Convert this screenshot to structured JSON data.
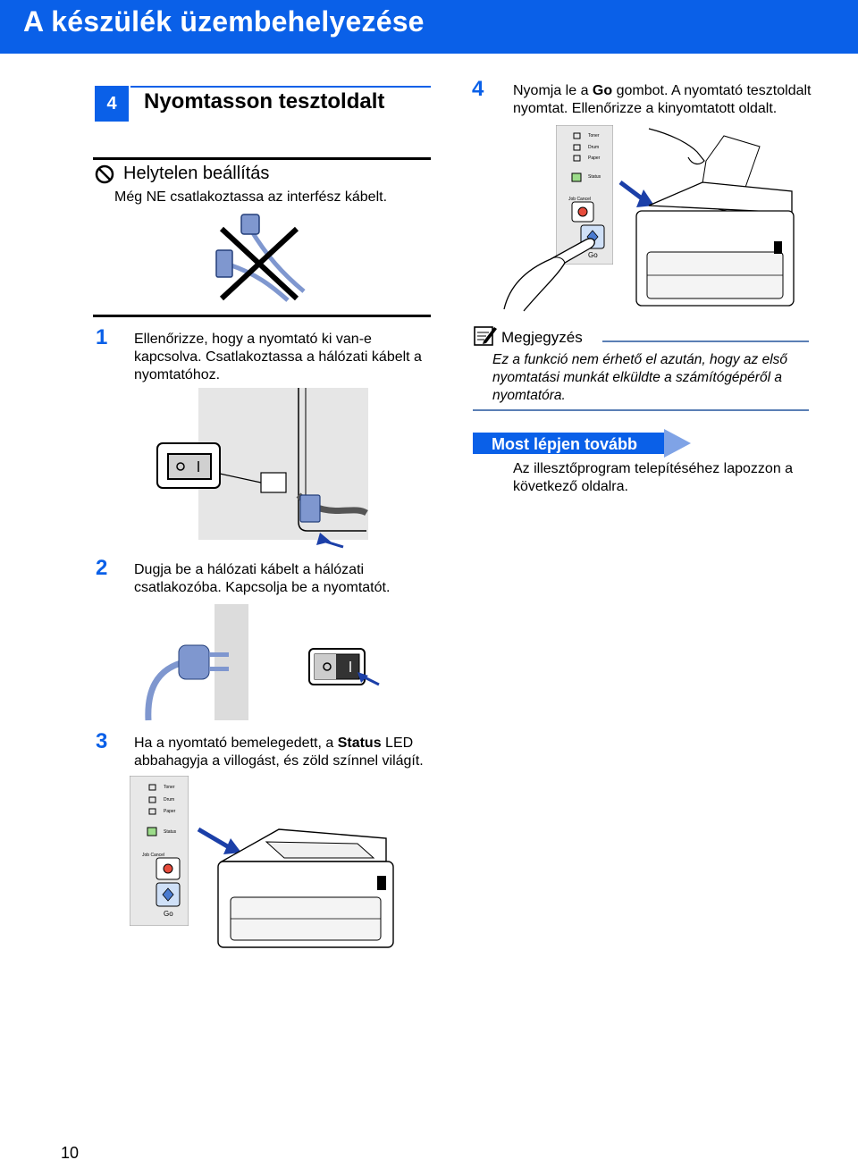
{
  "header": {
    "title": "A készülék üzembehelyezése"
  },
  "section": {
    "number": "4",
    "title": "Nyomtasson tesztoldalt"
  },
  "warning": {
    "title": "Helytelen beállítás",
    "text": "Még NE csatlakoztassa az interfész kábelt."
  },
  "steps": {
    "s1": {
      "number": "1",
      "line1": "Ellenőrizze, hogy a nyomtató ki van-e",
      "line2": "kapcsolva. Csatlakoztassa a hálózati kábelt a",
      "line3": "nyomtatóhoz."
    },
    "s2": {
      "number": "2",
      "line1": "Dugja be a hálózati kábelt a hálózati",
      "line2": "csatlakozóba. Kapcsolja be a nyomtatót."
    },
    "s3": {
      "number": "3",
      "line1_pre": "Ha a nyomtató bemelegedett, a ",
      "line1_bold": "Status",
      "line1_post": " LED",
      "line2": "abbahagyja a villogást, és zöld színnel világít."
    },
    "s4": {
      "number": "4",
      "line1_pre": "Nyomja le a ",
      "line1_bold": "Go",
      "line1_post": " gombot. A nyomtató tesztoldalt",
      "line2": "nyomtat. Ellenőrizze a kinyomtatott oldalt."
    }
  },
  "panel": {
    "toner": "Toner",
    "drum": "Drum",
    "paper": "Paper",
    "status": "Status",
    "job_cancel": "Job Cancel",
    "go": "Go"
  },
  "note": {
    "title": "Megjegyzés",
    "text": "Ez a funkció nem érhető el azután, hogy az első nyomtatási munkát elküldte a számítógépéről a nyomtatóra."
  },
  "next": {
    "label": "Most lépjen tovább",
    "text": "Az illesztőprogram telepítéséhez lapozzon a következő oldalra."
  },
  "footer": {
    "page_number": "10"
  },
  "colors": {
    "brand_blue": "#0a60e8",
    "cable_blue": "#7f97cf",
    "note_rule": "#5a7fb5"
  }
}
